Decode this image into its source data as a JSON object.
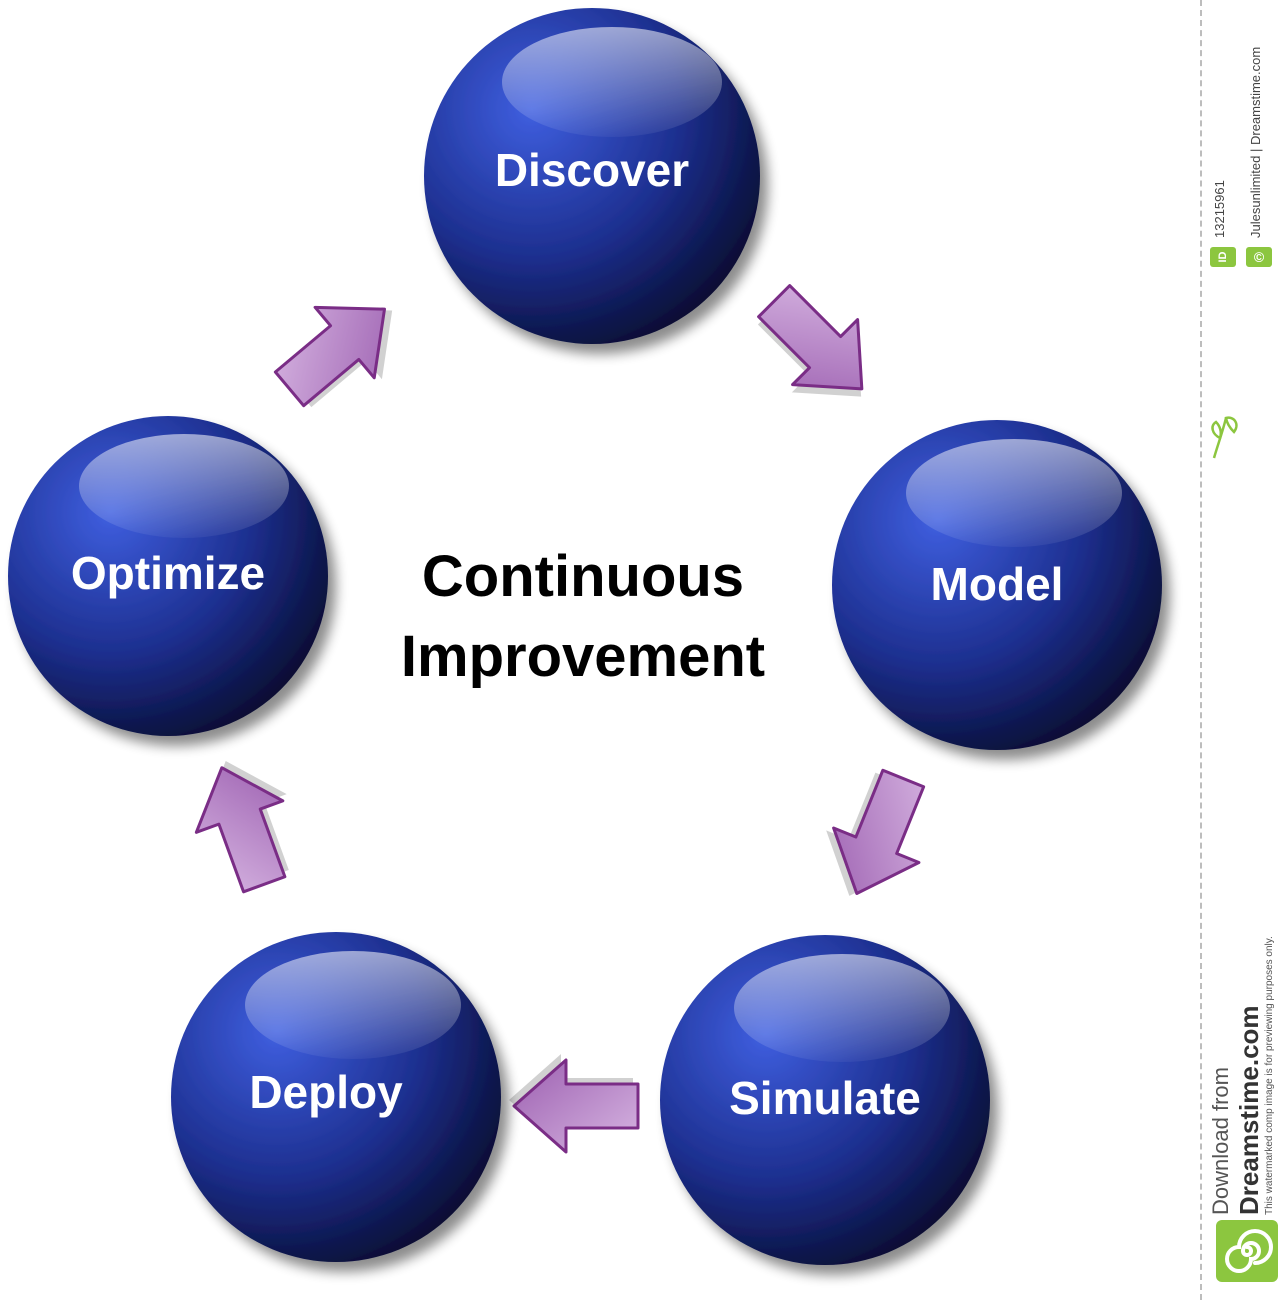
{
  "diagram": {
    "center_title": [
      "Continuous",
      "Improvement"
    ],
    "nodes": [
      {
        "id": "discover",
        "label": "Discover"
      },
      {
        "id": "model",
        "label": "Model"
      },
      {
        "id": "simulate",
        "label": "Simulate"
      },
      {
        "id": "deploy",
        "label": "Deploy"
      },
      {
        "id": "optimize",
        "label": "Optimize"
      }
    ],
    "edges": [
      {
        "from": "discover",
        "to": "model"
      },
      {
        "from": "model",
        "to": "simulate"
      },
      {
        "from": "simulate",
        "to": "deploy"
      },
      {
        "from": "deploy",
        "to": "optimize"
      },
      {
        "from": "optimize",
        "to": "discover"
      }
    ],
    "colors": {
      "sphere_light": "#3f5fe0",
      "sphere_mid": "#1d2f8f",
      "sphere_dark": "#050a2a",
      "arrow_fill": "#b98fc9",
      "arrow_stroke": "#7a2d86",
      "label": "#ffffff",
      "title": "#000000"
    }
  },
  "watermark_strip": {
    "id_badge": "ID",
    "id_number": "13215961",
    "copyright_symbol": "©",
    "author": "Julesunlimited | Dreamstime.com",
    "download_from": "Download from",
    "site": "Dreamstime.com",
    "disclaimer": "This watermarked comp image is for previewing purposes only.",
    "icons": [
      "leaf-icon",
      "dreamstime-spiral-logo"
    ]
  }
}
